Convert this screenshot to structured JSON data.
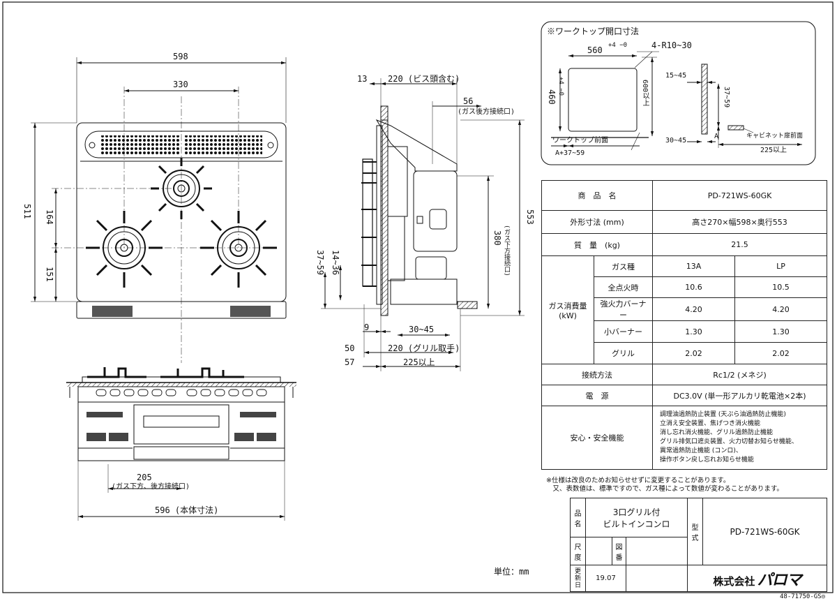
{
  "front_view": {
    "dim_width_top": "598",
    "dim_burner_pitch": "330",
    "dim_depth": "511",
    "dim_rear_burner": "164",
    "dim_front_burner": "151"
  },
  "bottom_view": {
    "dim_gas_inlet": "205",
    "dim_gas_inlet_note": "(ガス下方、後方接続口)",
    "dim_body_width": "596 (本体寸法)"
  },
  "side_view": {
    "dim_13": "13",
    "dim_220_screw": "220 (ビス頭含む)",
    "dim_56": "56",
    "dim_56_note": "(ガス後方接続口)",
    "dim_553": "553",
    "dim_380": "380",
    "dim_380_note": "(ガス下方接続口)",
    "dim_37_59": "37~59",
    "dim_14_36": "14~36",
    "dim_9": "9",
    "dim_30_45": "30~45",
    "dim_50": "50",
    "dim_220_grill": "220 (グリル取手)",
    "dim_57": "57",
    "dim_225": "225以上"
  },
  "cutout": {
    "title": "※ワークトップ開口寸法",
    "w560": "560",
    "w560_tol": "+4 −0",
    "radius": "4-R10~30",
    "h460": "460",
    "h460_tol": "+4 −0",
    "h600": "600以上",
    "front_label": "ワークトップ前面",
    "a_label": "A+37~59",
    "d15_45": "15~45",
    "d37_59": "37~59",
    "d30_45": "30~45",
    "a": "A",
    "cabinet": "キャビネット扉前面",
    "d225": "225以上"
  },
  "spec": {
    "h_product": "商　品　名",
    "product": "PD-721WS-60GK",
    "h_size": "外形寸法 (mm)",
    "size": "高さ270×幅598×奥行553",
    "h_mass": "質　量　(kg)",
    "mass": "21.5",
    "h_gas": "ガス消費量\n(kW)",
    "h_gastype": "ガス種",
    "gas_13a": "13A",
    "gas_lp": "LP",
    "rows": [
      {
        "label": "全点火時",
        "a": "10.6",
        "b": "10.5"
      },
      {
        "label": "強火力バーナー",
        "a": "4.20",
        "b": "4.20"
      },
      {
        "label": "小バーナー",
        "a": "1.30",
        "b": "1.30"
      },
      {
        "label": "グリル",
        "a": "2.02",
        "b": "2.02"
      }
    ],
    "h_conn": "接続方法",
    "conn": "Rc1/2 (メネジ)",
    "h_power": "電　源",
    "power": "DC3.0V (単一形アルカリ乾電池×2本)",
    "h_safety": "安心・安全機能",
    "safety": [
      "調理油過熱防止装置 (天ぷら油過熱防止機能)",
      "立消え安全装置、焦げつき消火機能",
      "消し忘れ消火機能、グリル過熱防止機能",
      "グリル排気口遮炎装置、火力切替お知らせ機能、",
      "異常過熱防止機能 (コンロ)、",
      "操作ボタン戻し忘れお知らせ機能"
    ]
  },
  "notes": [
    "※仕様は改良のためお知らせせずに変更することがあります。",
    "　又、表数値は、標準ですので、ガス種によって数値が変わることがあります。"
  ],
  "title_block": {
    "h_name": "品\n名",
    "name": "3口グリル付\nビルトインコンロ",
    "h_type": "型\n式",
    "type": "PD-721WS-60GK",
    "h_scale": "尺\n度",
    "h_drawing": "図\n番",
    "h_updated": "更\n新\n日",
    "updated": "19.07",
    "company": "株式会社",
    "logo": "パロマ"
  },
  "unit": "単位：mm",
  "doc_code": "48-71750-GS◎"
}
